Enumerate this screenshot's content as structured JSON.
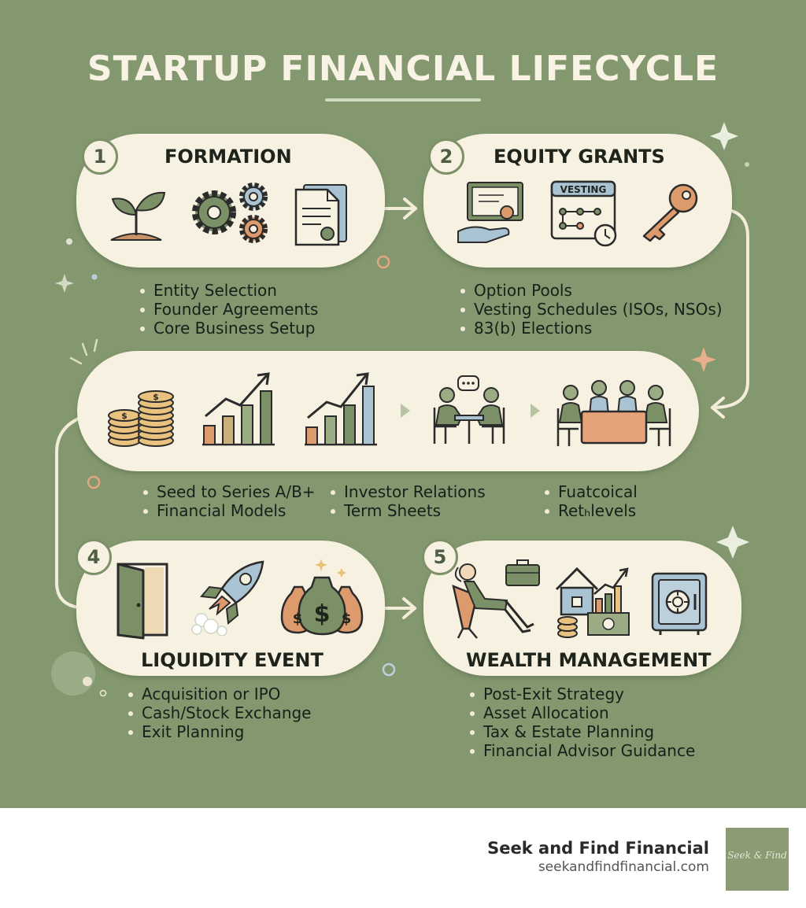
{
  "title": "STARTUP FINANCIAL LIFECYCLE",
  "colors": {
    "background": "#84986f",
    "card": "#f7f1e1",
    "icon_green": "#7c9068",
    "icon_orange": "#dd9a6d",
    "icon_blue": "#a9c3d3",
    "text_dark": "#16201a"
  },
  "stages": [
    {
      "number": "1",
      "title": "FORMATION",
      "icons": [
        "sprout-icon",
        "gears-icon",
        "document-icon"
      ],
      "bullets": [
        "Entity Selection",
        "Founder Agreements",
        "Core Business Setup"
      ]
    },
    {
      "number": "2",
      "title": "EQUITY GRANTS",
      "icons": [
        "certificate-icon",
        "vesting-calendar-icon",
        "key-icon"
      ],
      "vesting_label": "VESTING",
      "bullets": [
        "Option Pools",
        "Vesting Schedules (ISOs, NSOs)",
        "83(b) Elections"
      ]
    },
    {
      "icons": [
        "coin-stacks-icon",
        "growth-chart-icon",
        "growth-chart-icon",
        "meeting-icon",
        "boardroom-icon"
      ],
      "bullets_col1": [
        "Seed to Series A/B+",
        "Financial Models"
      ],
      "bullets_col2": [
        "Investor Relations",
        "Term Sheets"
      ],
      "bullets_col3": [
        "Fuatcoical",
        "Retₕlevels"
      ]
    },
    {
      "number": "4",
      "title": "LIQUIDITY EVENT",
      "icons": [
        "open-door-icon",
        "rocket-icon",
        "money-bags-icon"
      ],
      "bullets": [
        "Acquisition or IPO",
        "Cash/Stock Exchange",
        "Exit Planning"
      ]
    },
    {
      "number": "5",
      "title": "WEALTH MANAGEMENT",
      "icons": [
        "relaxing-person-icon",
        "briefcase-icon",
        "house-investments-icon",
        "safe-icon"
      ],
      "bullets": [
        "Post-Exit Strategy",
        "Asset Allocation",
        "Tax & Estate Planning",
        "Financial Advisor Guidance"
      ]
    }
  ],
  "footer": {
    "company": "Seek and Find Financial",
    "url": "seekandfindfinancial.com",
    "logo_icon": "seek-and-find-logo"
  }
}
